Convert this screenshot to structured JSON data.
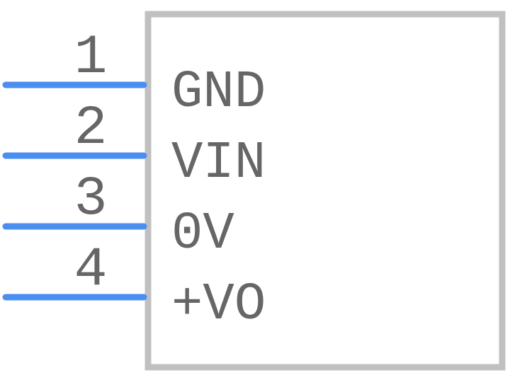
{
  "component": {
    "body_stroke_color": "#c0c0c0",
    "pin_color": "#4a8ef0",
    "text_color": "#666666",
    "pins": [
      {
        "number": "1",
        "label": "GND"
      },
      {
        "number": "2",
        "label": "VIN"
      },
      {
        "number": "3",
        "label": "0V"
      },
      {
        "number": "4",
        "label": "+VO"
      }
    ]
  }
}
